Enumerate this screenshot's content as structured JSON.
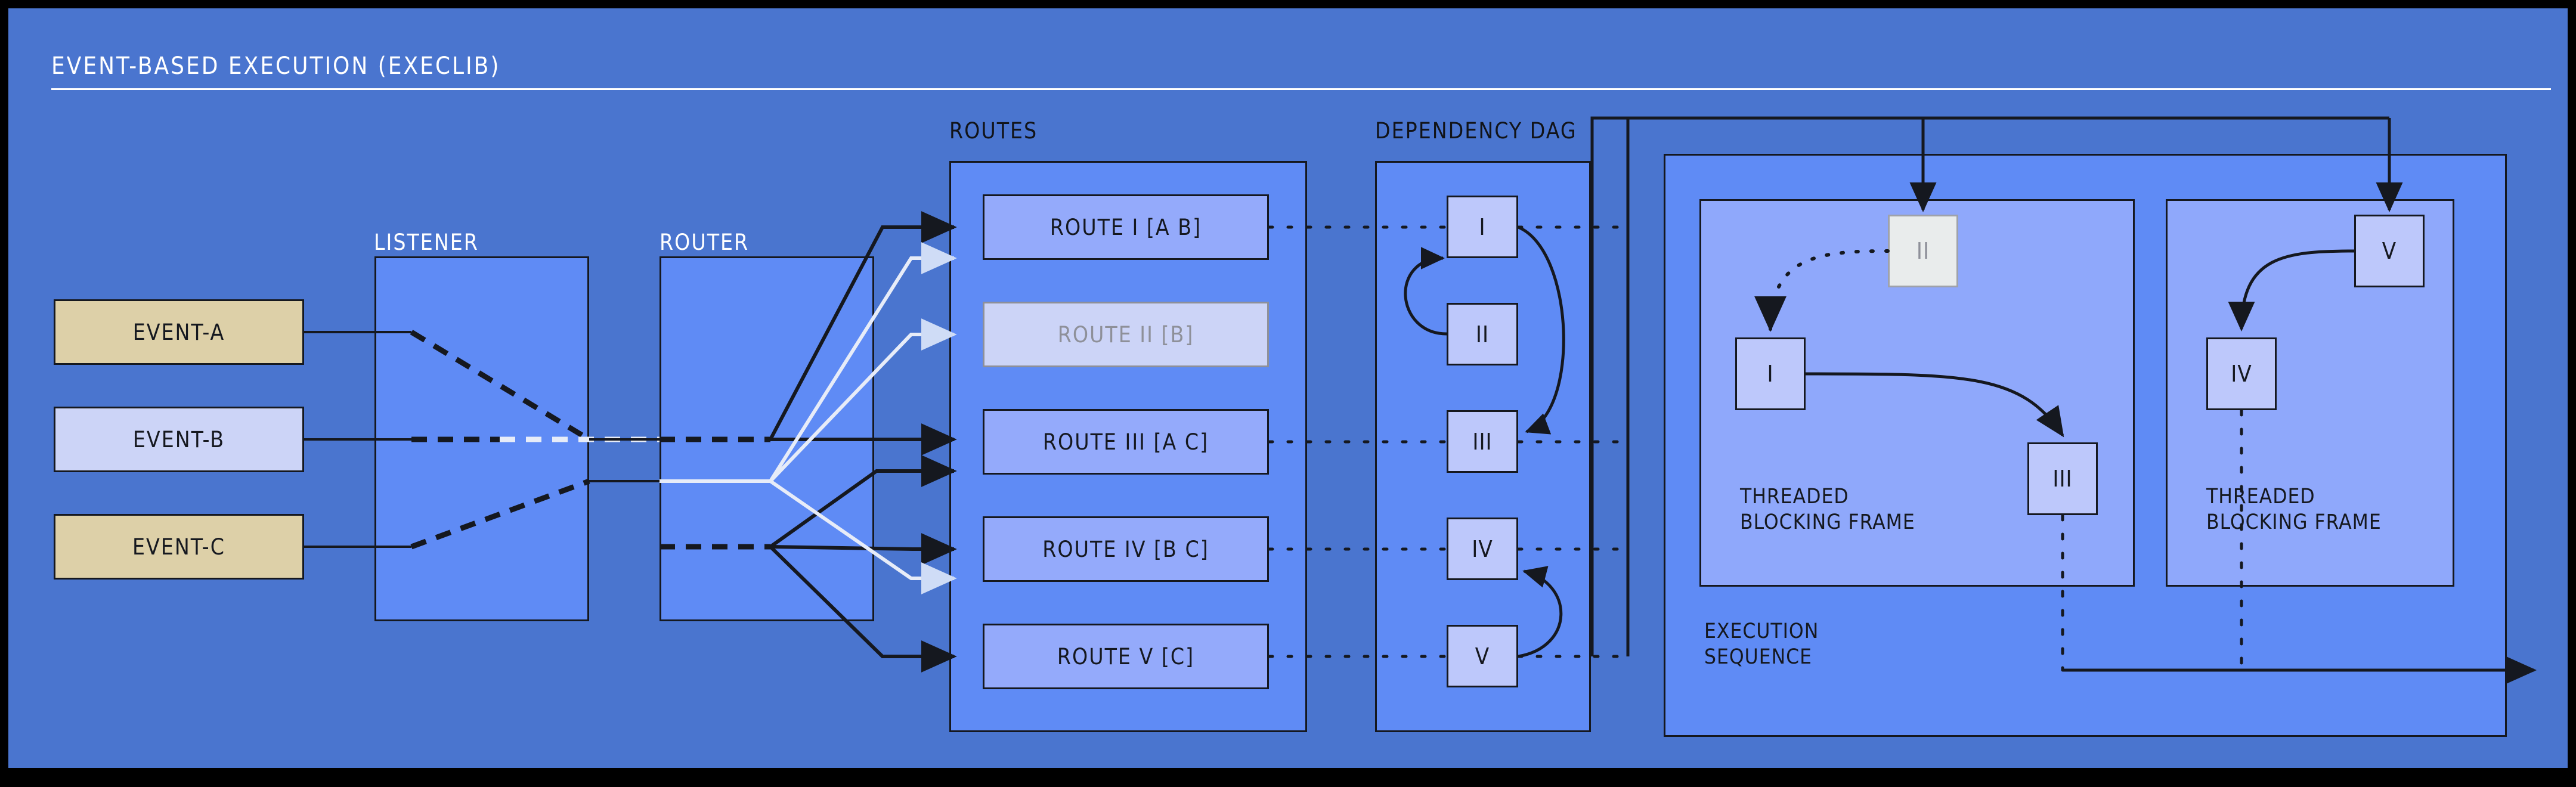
{
  "title": "EVENT-BASED EXECUTION (EXECLIB)",
  "sections": {
    "listener_label": "LISTENER",
    "router_label": "ROUTER",
    "routes_label": "ROUTES",
    "dag_label": "DEPENDENCY DAG",
    "execution_label_line1": "EXECUTION",
    "execution_label_line2": "SEQUENCE",
    "threaded_frame_line1": "THREADED",
    "threaded_frame_line2": "BLOCKING FRAME"
  },
  "events": [
    {
      "label": "EVENT-A",
      "state": "active",
      "color": "#ddd0a8"
    },
    {
      "label": "EVENT-B",
      "state": "inactive",
      "color": "#ccd4f7"
    },
    {
      "label": "EVENT-C",
      "state": "active",
      "color": "#ddd0a8"
    }
  ],
  "routes": [
    {
      "label": "ROUTE I [A B]",
      "state": "enabled"
    },
    {
      "label": "ROUTE II [B]",
      "state": "disabled"
    },
    {
      "label": "ROUTE III [A C]",
      "state": "enabled"
    },
    {
      "label": "ROUTE IV [B C]",
      "state": "enabled"
    },
    {
      "label": "ROUTE V [C]",
      "state": "enabled"
    }
  ],
  "dag_nodes": [
    {
      "label": "I",
      "state": "enabled"
    },
    {
      "label": "II",
      "state": "enabled"
    },
    {
      "label": "III",
      "state": "enabled"
    },
    {
      "label": "IV",
      "state": "enabled"
    },
    {
      "label": "V",
      "state": "enabled"
    }
  ],
  "dag_edges": [
    {
      "from": "II",
      "to": "I"
    },
    {
      "from": "I",
      "to": "III"
    },
    {
      "from": "V",
      "to": "IV"
    }
  ],
  "execution_frames": [
    {
      "name": "frame-left",
      "label_line1": "THREADED",
      "label_line2": "BLOCKING FRAME",
      "nodes": [
        {
          "label": "II",
          "state": "disabled"
        },
        {
          "label": "I",
          "state": "enabled"
        },
        {
          "label": "III",
          "state": "enabled"
        }
      ],
      "edges": [
        {
          "from": "II",
          "to": "I",
          "style": "dotted"
        },
        {
          "from": "I",
          "to": "III",
          "style": "solid"
        }
      ]
    },
    {
      "name": "frame-right",
      "label_line1": "THREADED",
      "label_line2": "BLOCKING FRAME",
      "nodes": [
        {
          "label": "V",
          "state": "enabled"
        },
        {
          "label": "IV",
          "state": "enabled"
        }
      ],
      "edges": [
        {
          "from": "V",
          "to": "IV",
          "style": "solid"
        }
      ]
    }
  ],
  "colors": {
    "background": "#4a75cf",
    "panel": "#5f8bf5",
    "frame": "#8fa8fb",
    "node": "#bdc8fb",
    "route_enabled": "#94aafb",
    "route_disabled": "#ccd4f7",
    "event_active": "#ddd0a8",
    "event_inactive": "#ccd4f7",
    "stroke": "#15181f",
    "stroke_muted": "#e7ecf8",
    "outer_border": "#000000"
  }
}
